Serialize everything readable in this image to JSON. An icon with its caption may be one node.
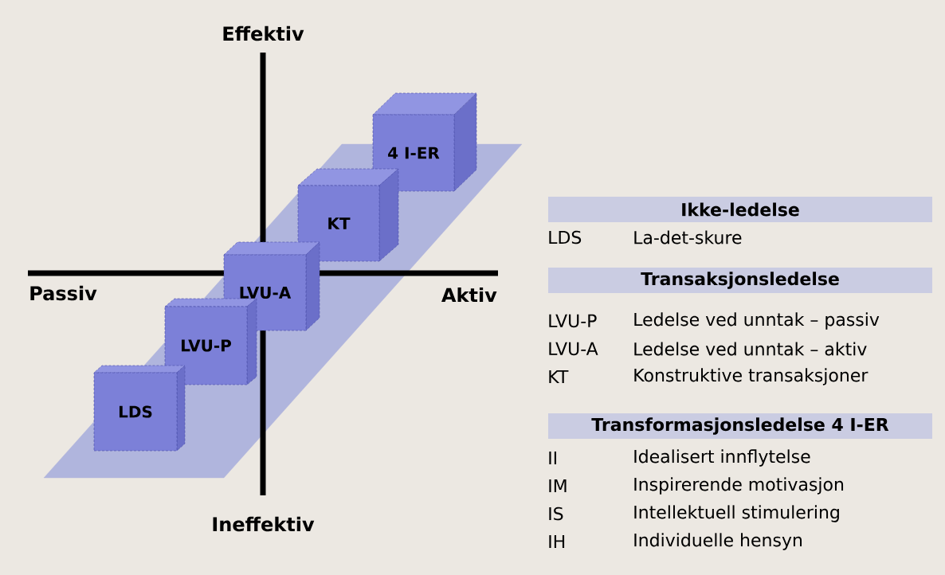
{
  "diagram": {
    "nodes": [
      {
        "text": [
          "LDS"
        ]
      },
      {
        "text": [
          "LVU-P"
        ]
      },
      {
        "text": [
          "LVU-A"
        ]
      },
      {
        "text": [
          "KT"
        ]
      },
      {
        "text": [
          "4 I-ER"
        ]
      },
      {
        "text": [
          "Ikke-ledelse"
        ]
      },
      {
        "text": [
          "Transaksjonsledelse"
        ]
      },
      {
        "text": [
          "Transformasjonsledelse 4 I-ER"
        ]
      }
    ],
    "labels": [
      "Effektiv",
      "Passiv",
      "Aktiv",
      "Ineffektiv",
      "LDS",
      "La-det-skure",
      "LVU-P",
      "Ledelse ved unntak – passiv",
      "LVU-A",
      "Ledelse ved unntak – aktiv",
      "KT",
      "Konstruktive transaksjoner",
      "II",
      "Idealisert innflytelse",
      "IM",
      "Inspirerende motivasjon",
      "IS",
      "Intellektuell stimulering",
      "IH",
      "Individuelle hensyn"
    ]
  }
}
